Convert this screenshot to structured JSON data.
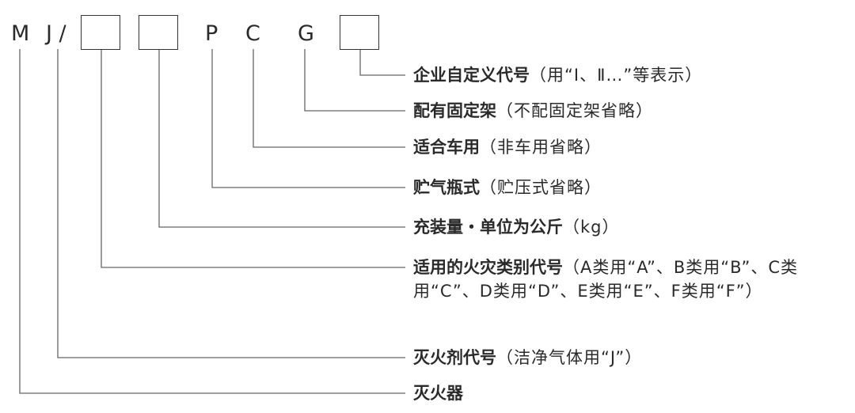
{
  "code": {
    "m": "M",
    "j_slash": "J /",
    "p": "P",
    "c": "C",
    "g": "G"
  },
  "items": [
    {
      "main": "企业自定义代号",
      "note": "（用“Ⅰ、Ⅱ…”等表示）"
    },
    {
      "main": "配有固定架",
      "note": "（不配固定架省略）"
    },
    {
      "main": "适合车用",
      "note": "（非车用省略）"
    },
    {
      "main": "贮气瓶式",
      "note": "（贮压式省略）"
    },
    {
      "main": "充装量・单位为公斤",
      "note": "（kg）"
    },
    {
      "main": "适用的火灾类别代号",
      "note": "（A类用“A”、B类用“B”、C类用“C”、D类用“D”、E类用“E”、F类用“F”）"
    },
    {
      "main": "灭火剂代号",
      "note": "（洁净气体用“J”）"
    },
    {
      "main": "灭火器",
      "note": ""
    }
  ]
}
